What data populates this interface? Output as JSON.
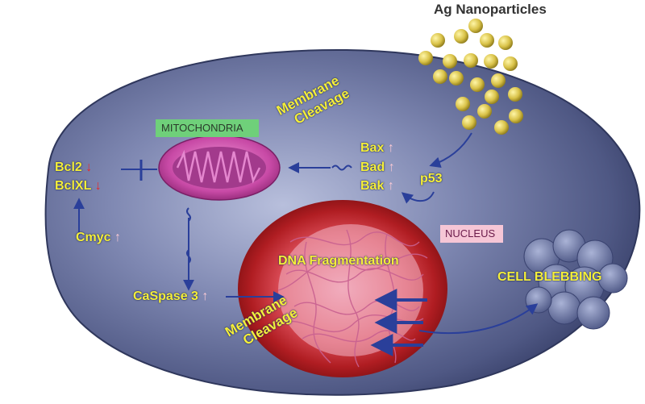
{
  "title": "Ag Nanoparticles",
  "labels": {
    "mitochondria": "MITOCHONDRIA",
    "nucleus": "NUCLEUS",
    "membrane_cleavage_top": [
      "Membrane",
      "Cleavage"
    ],
    "membrane_cleavage_bottom": [
      "Membrane",
      "Cleavage"
    ],
    "dna_fragmentation": "DNA Fragmentation",
    "cell_blebbing": "CELL BLEBBING",
    "bcl2": "Bcl2",
    "bclxl": "BclXL",
    "cmyc": "Cmyc",
    "bax": "Bax",
    "bad": "Bad",
    "bak": "Bak",
    "p53": "p53",
    "caspase3": "CaSpase 3"
  },
  "symbols": {
    "up_arrow": "↑",
    "down_arrow": "↓"
  },
  "colors": {
    "cell_body": "#5d6690",
    "cell_edge": "#3d4670",
    "nucleus_outer": "#8e1515",
    "nucleus_inner": "#c82a2a",
    "mitochondria": "#c64aa6",
    "label_yellow": "#f5ef3a",
    "mito_box": "#6fd07a",
    "nucleus_box": "#f6c6d6",
    "arrow_blue": "#2a3f9a",
    "nanoparticle": "#c9b43a"
  }
}
